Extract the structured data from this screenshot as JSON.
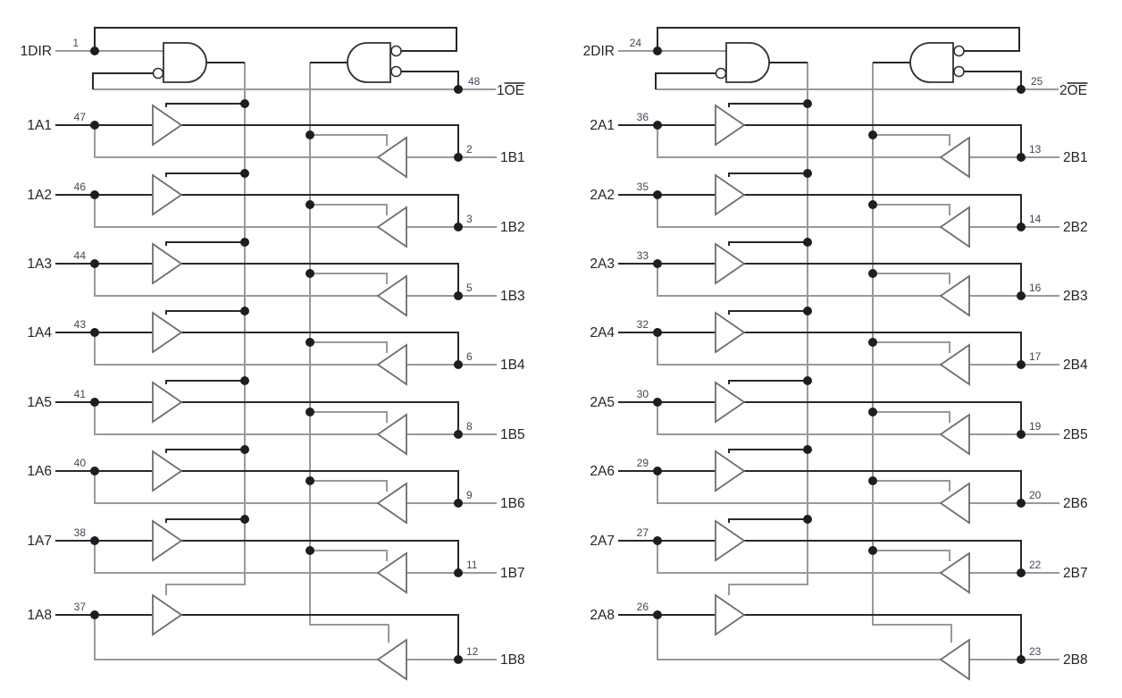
{
  "figure": {
    "type": "logic-diagram",
    "colors": {
      "wire_black": "#26282c",
      "wire_gray": "#97999c",
      "gate_stroke": "#2f3135",
      "buffer_stroke": "#6b6e73",
      "dot": "#1c1e22",
      "label_text": "#23252c",
      "pin_text": "#3f4757",
      "background": "#ffffff"
    },
    "sections": [
      {
        "name": "section-1",
        "dir": {
          "label": "1DIR",
          "pin": "1"
        },
        "oe": {
          "prefix": "1",
          "signal": "OE",
          "pin": "48"
        },
        "channels": [
          {
            "a_label": "1A1",
            "a_pin": "47",
            "b_label": "1B1",
            "b_pin": "2"
          },
          {
            "a_label": "1A2",
            "a_pin": "46",
            "b_label": "1B2",
            "b_pin": "3"
          },
          {
            "a_label": "1A3",
            "a_pin": "44",
            "b_label": "1B3",
            "b_pin": "5"
          },
          {
            "a_label": "1A4",
            "a_pin": "43",
            "b_label": "1B4",
            "b_pin": "6"
          },
          {
            "a_label": "1A5",
            "a_pin": "41",
            "b_label": "1B5",
            "b_pin": "8"
          },
          {
            "a_label": "1A6",
            "a_pin": "40",
            "b_label": "1B6",
            "b_pin": "9"
          },
          {
            "a_label": "1A7",
            "a_pin": "38",
            "b_label": "1B7",
            "b_pin": "11"
          },
          {
            "a_label": "1A8",
            "a_pin": "37",
            "b_label": "1B8",
            "b_pin": "12"
          }
        ]
      },
      {
        "name": "section-2",
        "dir": {
          "label": "2DIR",
          "pin": "24"
        },
        "oe": {
          "prefix": "2",
          "signal": "OE",
          "pin": "25"
        },
        "channels": [
          {
            "a_label": "2A1",
            "a_pin": "36",
            "b_label": "2B1",
            "b_pin": "13"
          },
          {
            "a_label": "2A2",
            "a_pin": "35",
            "b_label": "2B2",
            "b_pin": "14"
          },
          {
            "a_label": "2A3",
            "a_pin": "33",
            "b_label": "2B3",
            "b_pin": "16"
          },
          {
            "a_label": "2A4",
            "a_pin": "32",
            "b_label": "2B4",
            "b_pin": "17"
          },
          {
            "a_label": "2A5",
            "a_pin": "30",
            "b_label": "2B5",
            "b_pin": "19"
          },
          {
            "a_label": "2A6",
            "a_pin": "29",
            "b_label": "2B6",
            "b_pin": "20"
          },
          {
            "a_label": "2A7",
            "a_pin": "27",
            "b_label": "2B7",
            "b_pin": "22"
          },
          {
            "a_label": "2A8",
            "a_pin": "26",
            "b_label": "2B8",
            "b_pin": "23"
          }
        ]
      }
    ]
  }
}
